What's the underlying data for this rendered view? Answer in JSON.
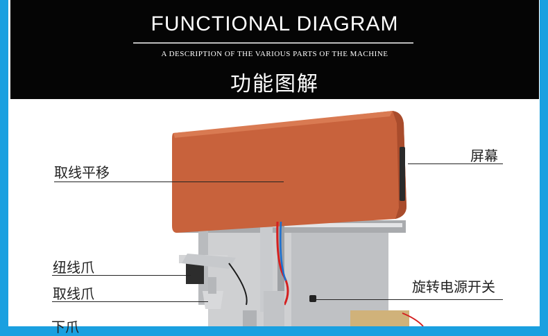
{
  "header": {
    "title": "FUNCTIONAL DIAGRAM",
    "subtitle": "A DESCRIPTION OF THE VARIOUS PARTS OF THE MACHINE",
    "title_cn": "功能图解"
  },
  "labels": {
    "take_line_shift": "取线平移",
    "screen": "屏幕",
    "twist_claw": "纽线爪",
    "take_claw": "取线爪",
    "rotary_power_switch": "旋转电源开关",
    "lower_claw": "下爪"
  },
  "colors": {
    "page_border": "#1aa0e0",
    "header_bg": "#050505",
    "machine_cover": "#c8623c",
    "machine_body": "#cfd0d2"
  }
}
